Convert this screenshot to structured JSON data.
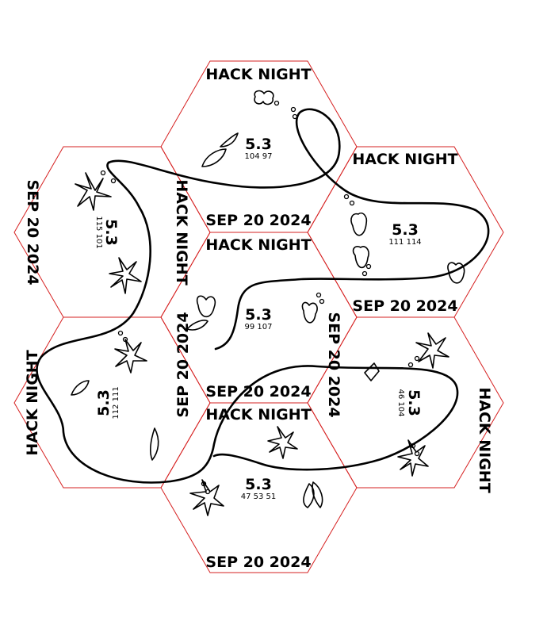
{
  "tiles": [
    {
      "id": "top",
      "title": "HACK NIGHT",
      "date": "SEP 20 2024",
      "version": "5.3",
      "numbers": "104 97"
    },
    {
      "id": "upper-left",
      "title": "HACK NIGHT",
      "date": "SEP 20 2024",
      "version": "5.3",
      "numbers": "115 101"
    },
    {
      "id": "upper-right",
      "title": "HACK NIGHT",
      "date": "SEP 20 2024",
      "version": "5.3",
      "numbers": "111 114"
    },
    {
      "id": "center",
      "title": "HACK NIGHT",
      "date": "SEP 20 2024",
      "version": "5.3",
      "numbers": "99 107"
    },
    {
      "id": "lower-left",
      "title": "HACK NIGHT",
      "date": "SEP 20 2024",
      "version": "5.3",
      "numbers": "112 111"
    },
    {
      "id": "lower-right",
      "title": "HACK NIGHT",
      "date": "SEP 20 2024",
      "version": "5.3",
      "numbers": "46 104"
    },
    {
      "id": "bottom",
      "title": "HACK NIGHT",
      "date": "SEP 20 2024",
      "version": "5.3",
      "numbers": "47 53 51"
    }
  ],
  "colors": {
    "cut_line": "#d62020",
    "ink": "#000000",
    "background": "#ffffff"
  }
}
